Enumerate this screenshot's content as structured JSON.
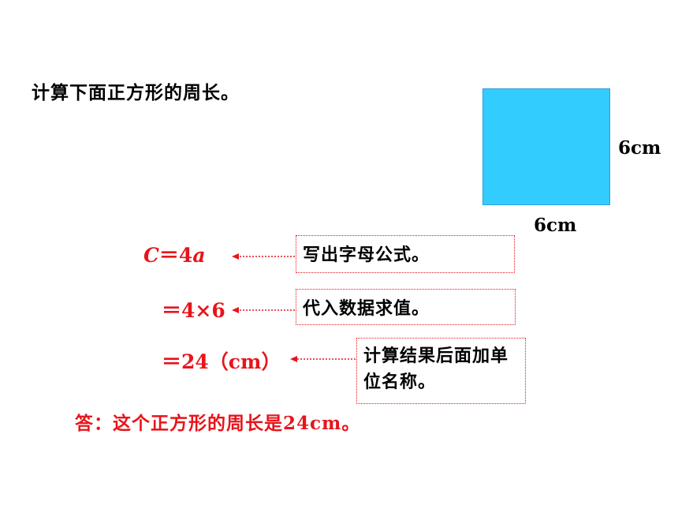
{
  "question": "计算下面正方形的周长。",
  "figure": {
    "side_right_label": "6cm",
    "side_bottom_label": "6cm",
    "fill_color": "#33ccff"
  },
  "steps": {
    "step1_var": "C",
    "step1_rest": "＝4",
    "step1_var2": "a",
    "step2": "＝4×6",
    "step3": "＝24（cm）"
  },
  "notes": {
    "note1": "写出字母公式。",
    "note2": "代入数据求值。",
    "note3": "计算结果后面加单位名称。"
  },
  "answer": "答：这个正方形的周长是24cm。",
  "accent_color": "#e8141b"
}
